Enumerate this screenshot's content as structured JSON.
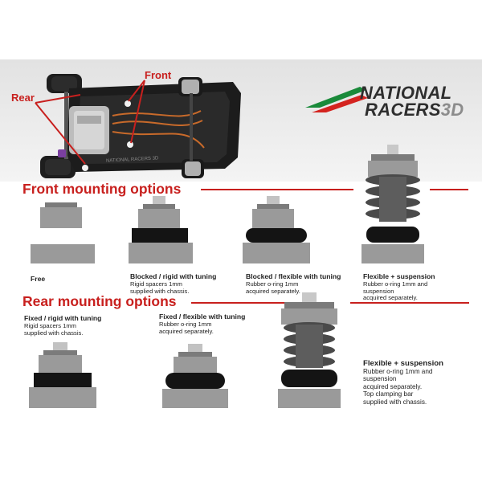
{
  "hero": {
    "label_rear": "Rear",
    "label_front": "Front",
    "chassis_text": "NATIONAL RACERS 3D"
  },
  "brand": {
    "line1": "NATIONAL",
    "line2_main": "RACERS",
    "line2_accent": "3D",
    "colors": {
      "green": "#1a8a3a",
      "red": "#d4231f"
    }
  },
  "front": {
    "title": "Front mounting options",
    "options": [
      {
        "title": "Free",
        "lines": []
      },
      {
        "title": "Blocked / rigid with tuning",
        "lines": [
          "Rigid spacers 1mm",
          "supplied with chassis."
        ]
      },
      {
        "title": "Blocked / flexible with tuning",
        "lines": [
          "Rubber o-ring 1mm",
          "acquired separately."
        ]
      },
      {
        "title": "Flexible + suspension",
        "lines": [
          "Rubber o-ring 1mm and",
          "suspension",
          "acquired separately."
        ]
      }
    ]
  },
  "rear": {
    "title": "Rear mounting options",
    "options": [
      {
        "title": "Fixed / rigid with tuning",
        "lines": [
          "Rigid spacers 1mm",
          "supplied with chassis."
        ]
      },
      {
        "title": "Fixed / flexible with tuning",
        "lines": [
          "Rubber o-ring 1mm",
          "acquired separately."
        ]
      },
      {
        "title": "Flexible + suspension",
        "lines": [
          "Rubber o-ring 1mm and",
          "suspension",
          "acquired separately.",
          "Top clamping bar",
          "supplied with chassis."
        ]
      }
    ]
  },
  "colors": {
    "accent": "#c8201e"
  }
}
